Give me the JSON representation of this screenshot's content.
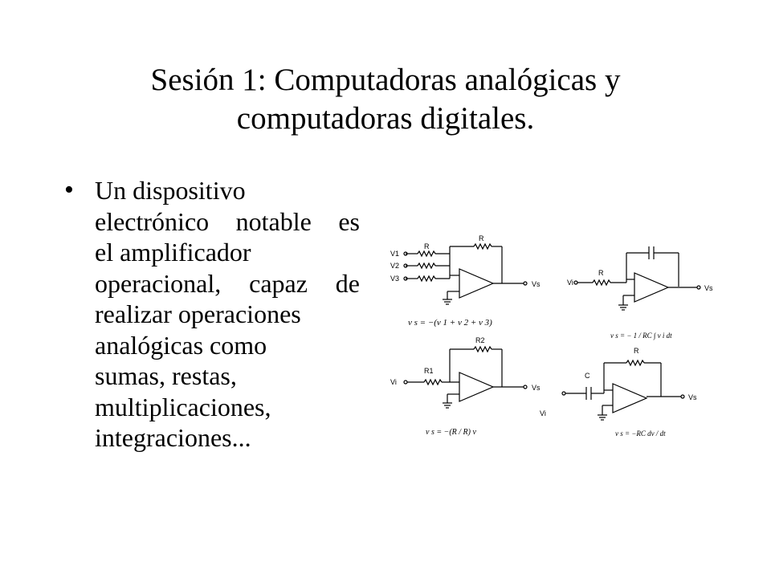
{
  "slide": {
    "title_line1": "Sesión 1: Computadoras analógicas y",
    "title_line2": "computadoras digitales.",
    "bullet_char": "•",
    "bullet_lines": [
      "Un dispositivo",
      "electrónico notable es",
      "el amplificador",
      "operacional, capaz de",
      "realizar operaciones",
      "analógicas como",
      "sumas, restas,",
      "multiplicaciones,",
      "integraciones..."
    ]
  },
  "figure": {
    "summing": {
      "inputs": [
        "V1",
        "V2",
        "V3"
      ],
      "input_resistor": "R",
      "feedback_resistor": "R",
      "output": "Vs",
      "equation": "v s = −(v 1 + v 2 + v 3)"
    },
    "integrator": {
      "input": "Vi",
      "resistor": "R",
      "output": "Vs",
      "equation": "v s = − 1 / RC ∫ v i dt"
    },
    "inverting": {
      "input": "Vi",
      "input_resistor": "R1",
      "feedback_resistor": "R2",
      "output": "Vs",
      "equation": "v s = −(R / R) v"
    },
    "differentiator": {
      "input": "Vi",
      "capacitor": "C",
      "resistor": "R",
      "output": "Vs",
      "equation": "v s = −RC dv / dt"
    }
  }
}
